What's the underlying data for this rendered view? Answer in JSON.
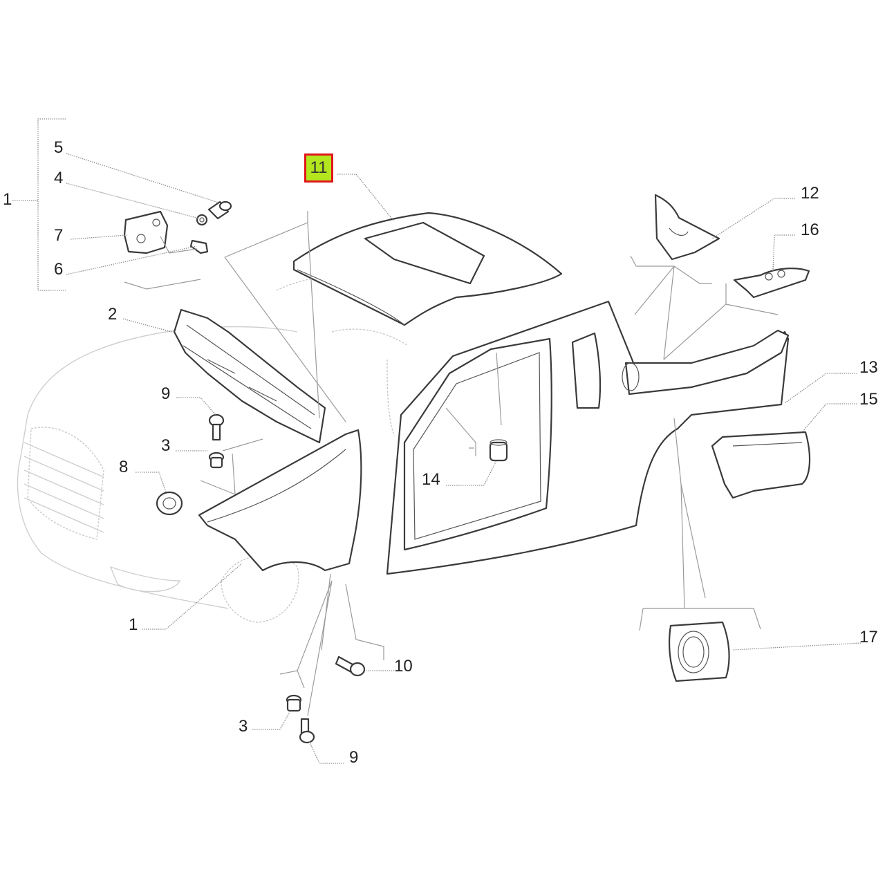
{
  "highlight_color": "#b3e61e",
  "highlight_border": "#e0161c",
  "callouts": {
    "c1_top": "1",
    "c1_bottom": "1",
    "c2": "2",
    "c3_mid": "3",
    "c3_bottom": "3",
    "c4": "4",
    "c5": "5",
    "c6": "6",
    "c7": "7",
    "c8": "8",
    "c9_mid": "9",
    "c9_bottom": "9",
    "c10": "10",
    "c11": "11",
    "c12": "12",
    "c13": "13",
    "c14": "14",
    "c15": "15",
    "c16": "16",
    "c17": "17"
  }
}
